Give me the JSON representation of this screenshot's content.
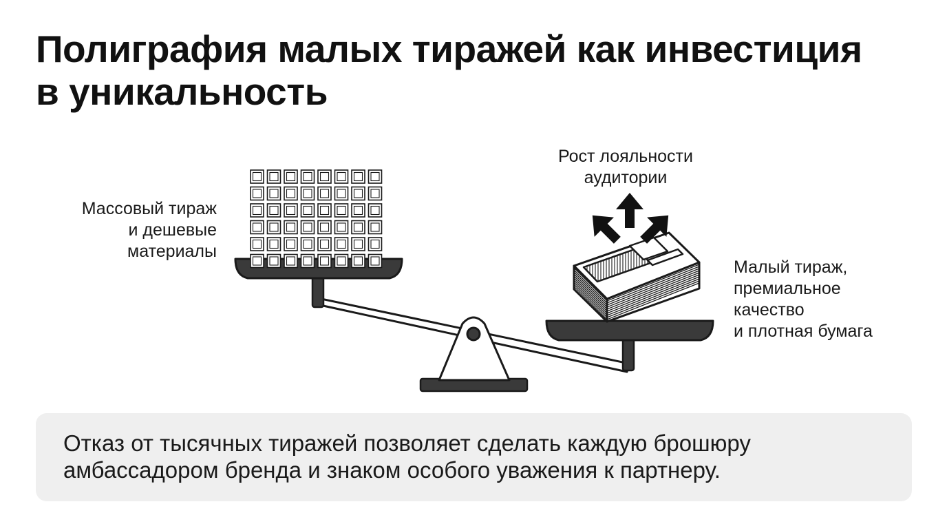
{
  "title": {
    "line1": "Полиграфия малых тиражей как инвестиция",
    "line2": "в уникальность"
  },
  "left_label": {
    "line1": "Массовый тираж",
    "line2": "и дешевые",
    "line3": "материалы"
  },
  "top_label": {
    "line1": "Рост лояльности",
    "line2": "аудитории"
  },
  "right_label": {
    "line1": "Малый тираж,",
    "line2": "премиальное",
    "line3": "качество",
    "line4": "и плотная бумага"
  },
  "bottom": {
    "line1": "Отказ от тысячных тиражей позволяет сделать каждую брошюру",
    "line2": "амбассадором бренда и знаком особого уважения к партнеру."
  },
  "icons": [
    "balance-scale-icon",
    "mass-print-grid-icon",
    "premium-paper-stack-icon",
    "arrow-up-icon"
  ],
  "colors": {
    "dark": "#3a3a3a",
    "panel": "#efefef",
    "text": "#111111"
  }
}
